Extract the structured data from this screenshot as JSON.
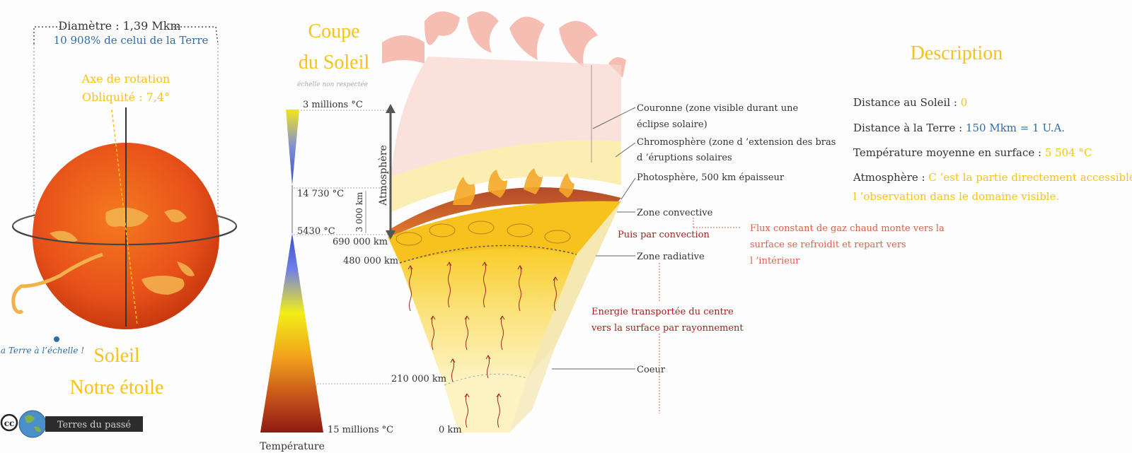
{
  "sun_panel": {
    "diameter": "Diamètre : 1,39 Mkm",
    "diameter_ratio": "10 908% de celui de la Terre",
    "axis": "Axe de rotation",
    "obliquity": "Obliquité : 7,4°",
    "earth_scale": "La Terre à l’échelle !",
    "title_1": "Soleil",
    "title_2": "Notre étoile"
  },
  "credit": {
    "cc": "cc",
    "brand": "Terres du passé"
  },
  "section": {
    "title_1": "Coupe",
    "title_2": "du Soleil",
    "scale_note": "échelle non respectée"
  },
  "temperature_scale": {
    "label": "Température",
    "t_top": "3 millions °C",
    "t_14730": "14 730 °C",
    "t_5430": "5430 °C",
    "t_bottom": "15 millions °C"
  },
  "cut": {
    "atmosphere": "Atmosphère",
    "thickness": "3 000 km",
    "r_690000": "690 000 km",
    "r_480000": "480 000 km",
    "r_210000": "210 000 km",
    "r_0": "0 km"
  },
  "layers": {
    "corona_1": "Couronne  (zone visible durant une",
    "corona_2": "éclipse solaire)",
    "chromo_1": "Chromosphère (zone d ’extension des bras",
    "chromo_2": "d ’éruptions solaires",
    "photo": "Photosphère, 500 km épaisseur",
    "convective": "Zone convective",
    "radiative": "Zone radiative",
    "core": "Coeur"
  },
  "energy": {
    "convection": "Puis par convection",
    "flux_1": "Flux constant de gaz chaud monte vers la",
    "flux_2": "surface se refroidit et repart vers",
    "flux_3": "l ’intérieur",
    "radiation_1": "Energie transportée du centre",
    "radiation_2": "vers la surface par rayonnement"
  },
  "description": {
    "title": "Description",
    "dist_sun_label": "Distance au Soleil : ",
    "dist_sun_value": "0",
    "dist_earth_label": "Distance à la Terre : ",
    "dist_earth_value": "150 Mkm = 1 U.A.",
    "temp_label": "Température moyenne en surface : ",
    "temp_value": "5 504 °C",
    "atmo_label": "Atmosphère : ",
    "atmo_value_1": "C ’est la partie directement accessible à",
    "atmo_value_2": "l ’observation dans le domaine visible."
  },
  "colors": {
    "gold": "#f6c21b",
    "blue": "#2f6ca8",
    "dark_red": "#a3201c",
    "light_red": "#d9604a",
    "sun_orange": "#e8511a"
  }
}
